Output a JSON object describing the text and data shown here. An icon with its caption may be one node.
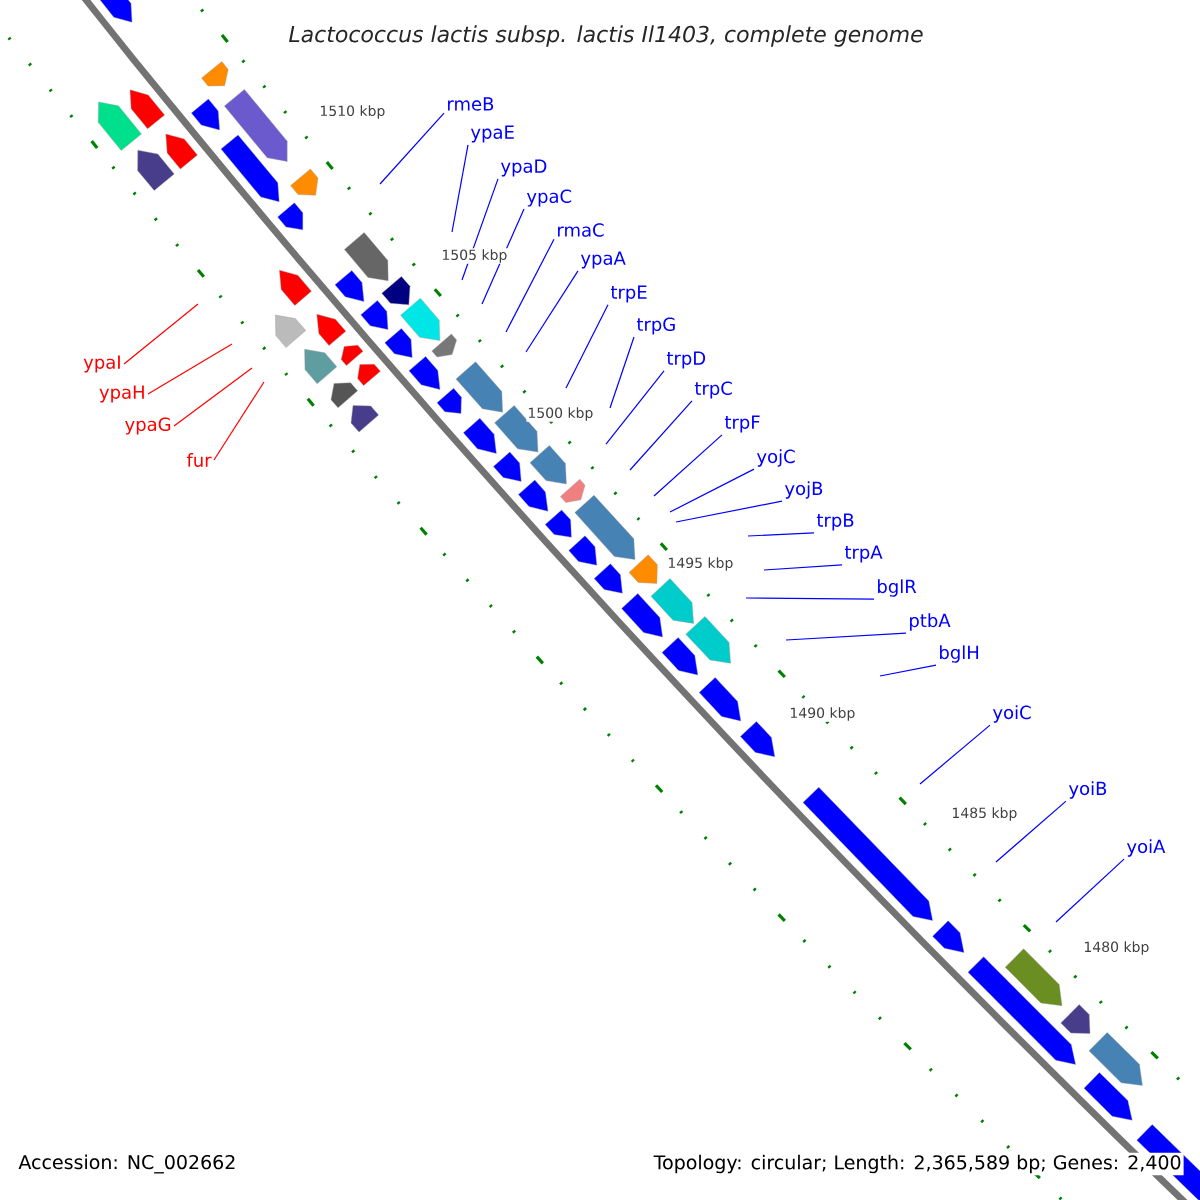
{
  "diagram": {
    "title": "Lactococcus lactis subsp. lactis Il1403, complete genome",
    "nodes": [
      {
        "text": [
          "rmeB"
        ]
      },
      {
        "text": [
          "ypaE"
        ]
      },
      {
        "text": [
          "ypaD"
        ]
      },
      {
        "text": [
          "ypaC"
        ]
      },
      {
        "text": [
          "rmaC"
        ]
      },
      {
        "text": [
          "ypaA"
        ]
      },
      {
        "text": [
          "trpE"
        ]
      },
      {
        "text": [
          "trpG"
        ]
      },
      {
        "text": [
          "trpD"
        ]
      },
      {
        "text": [
          "trpC"
        ]
      },
      {
        "text": [
          "trpF"
        ]
      },
      {
        "text": [
          "yojC"
        ]
      },
      {
        "text": [
          "yojB"
        ]
      },
      {
        "text": [
          "trpB"
        ]
      },
      {
        "text": [
          "trpA"
        ]
      },
      {
        "text": [
          "bglR"
        ]
      },
      {
        "text": [
          "ptbA"
        ]
      },
      {
        "text": [
          "bglH"
        ]
      },
      {
        "text": [
          "yoiC"
        ]
      },
      {
        "text": [
          "yoiB"
        ]
      },
      {
        "text": [
          "yoiA"
        ]
      },
      {
        "text": [
          "ypaI"
        ]
      },
      {
        "text": [
          "ypaH"
        ]
      },
      {
        "text": [
          "ypaG"
        ]
      },
      {
        "text": [
          "fur"
        ]
      }
    ],
    "edges": [
      {
        "from": 0,
        "to": null,
        "arrow": "none"
      },
      {
        "from": 1,
        "to": null,
        "arrow": "none"
      },
      {
        "from": 2,
        "to": null,
        "arrow": "none"
      },
      {
        "from": 3,
        "to": null,
        "arrow": "none"
      },
      {
        "from": 4,
        "to": null,
        "arrow": "none"
      },
      {
        "from": 5,
        "to": null,
        "arrow": "none"
      },
      {
        "from": 6,
        "to": null,
        "arrow": "none"
      },
      {
        "from": 7,
        "to": null,
        "arrow": "none"
      },
      {
        "from": 8,
        "to": null,
        "arrow": "none"
      },
      {
        "from": 9,
        "to": null,
        "arrow": "none"
      },
      {
        "from": 10,
        "to": null,
        "arrow": "none"
      },
      {
        "from": 11,
        "to": null,
        "arrow": "none"
      },
      {
        "from": 12,
        "to": null,
        "arrow": "none"
      },
      {
        "from": 13,
        "to": null,
        "arrow": "none"
      },
      {
        "from": 14,
        "to": null,
        "arrow": "none"
      },
      {
        "from": 15,
        "to": null,
        "arrow": "none"
      },
      {
        "from": 16,
        "to": null,
        "arrow": "none"
      },
      {
        "from": 17,
        "to": null,
        "arrow": "none"
      },
      {
        "from": 18,
        "to": null,
        "arrow": "none"
      },
      {
        "from": 19,
        "to": null,
        "arrow": "none"
      },
      {
        "from": 20,
        "to": null,
        "arrow": "none"
      },
      {
        "from": 21,
        "to": null,
        "arrow": "none",
        "color": "#ff0000"
      },
      {
        "from": 22,
        "to": null,
        "arrow": "none",
        "color": "#ff0000"
      },
      {
        "from": 23,
        "to": null,
        "arrow": "none",
        "color": "#ff0000"
      },
      {
        "from": 24,
        "to": null,
        "arrow": "none",
        "color": "#ff0000"
      }
    ],
    "labels": [
      "1510 kbp",
      "1505 kbp",
      "1500 kbp",
      "1495 kbp",
      "1490 kbp",
      "1485 kbp",
      "1480 kbp",
      "Accession: NC_002662",
      "Topology: circular; Length: 2,365,589 bp; Genes: 2,400"
    ]
  }
}
